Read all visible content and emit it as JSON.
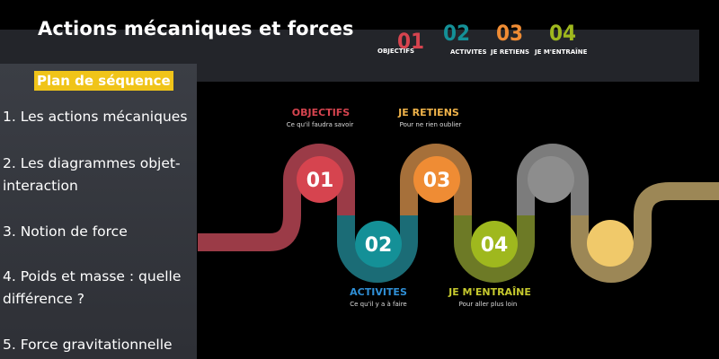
{
  "header": {
    "title": "Actions mécaniques et forces",
    "tabs": [
      {
        "num": "01",
        "label": "OBJECTIFS",
        "color": "#d6444f"
      },
      {
        "num": "02",
        "label": "ACTIVITES",
        "color": "#149097"
      },
      {
        "num": "03",
        "label": "JE RETIENS",
        "color": "#ef8c34"
      },
      {
        "num": "04",
        "label": "JE M'ENTRAÎNE",
        "color": "#9fb81e"
      }
    ]
  },
  "sidebar": {
    "title": "Plan de séquence",
    "items": [
      "1.  Les actions mécaniques",
      "2. Les diagrammes objet-interaction",
      "3. Notion de force",
      "4. Poids et masse : quelle différence ?",
      "5. Force gravitationnelle"
    ]
  },
  "steps": [
    {
      "num": "01",
      "title": "OBJECTIFS",
      "subtitle": "Ce qu'il faudra savoir",
      "color": "#d6444f"
    },
    {
      "num": "02",
      "title": "ACTIVITES",
      "subtitle": "Ce qu'il y a à faire",
      "color": "#149097"
    },
    {
      "num": "03",
      "title": "JE RETIENS",
      "subtitle": "Pour ne rien oublier",
      "color": "#ef8c34"
    },
    {
      "num": "04",
      "title": "JE M'ENTRAÎNE",
      "subtitle": "Pour aller plus loin",
      "color": "#9fb81e"
    }
  ],
  "colors": {
    "title_objectifs": "#d6444f",
    "title_activites": "#2f8fd6",
    "title_retiens": "#f0b34a",
    "title_entraine": "#c6c92e"
  }
}
